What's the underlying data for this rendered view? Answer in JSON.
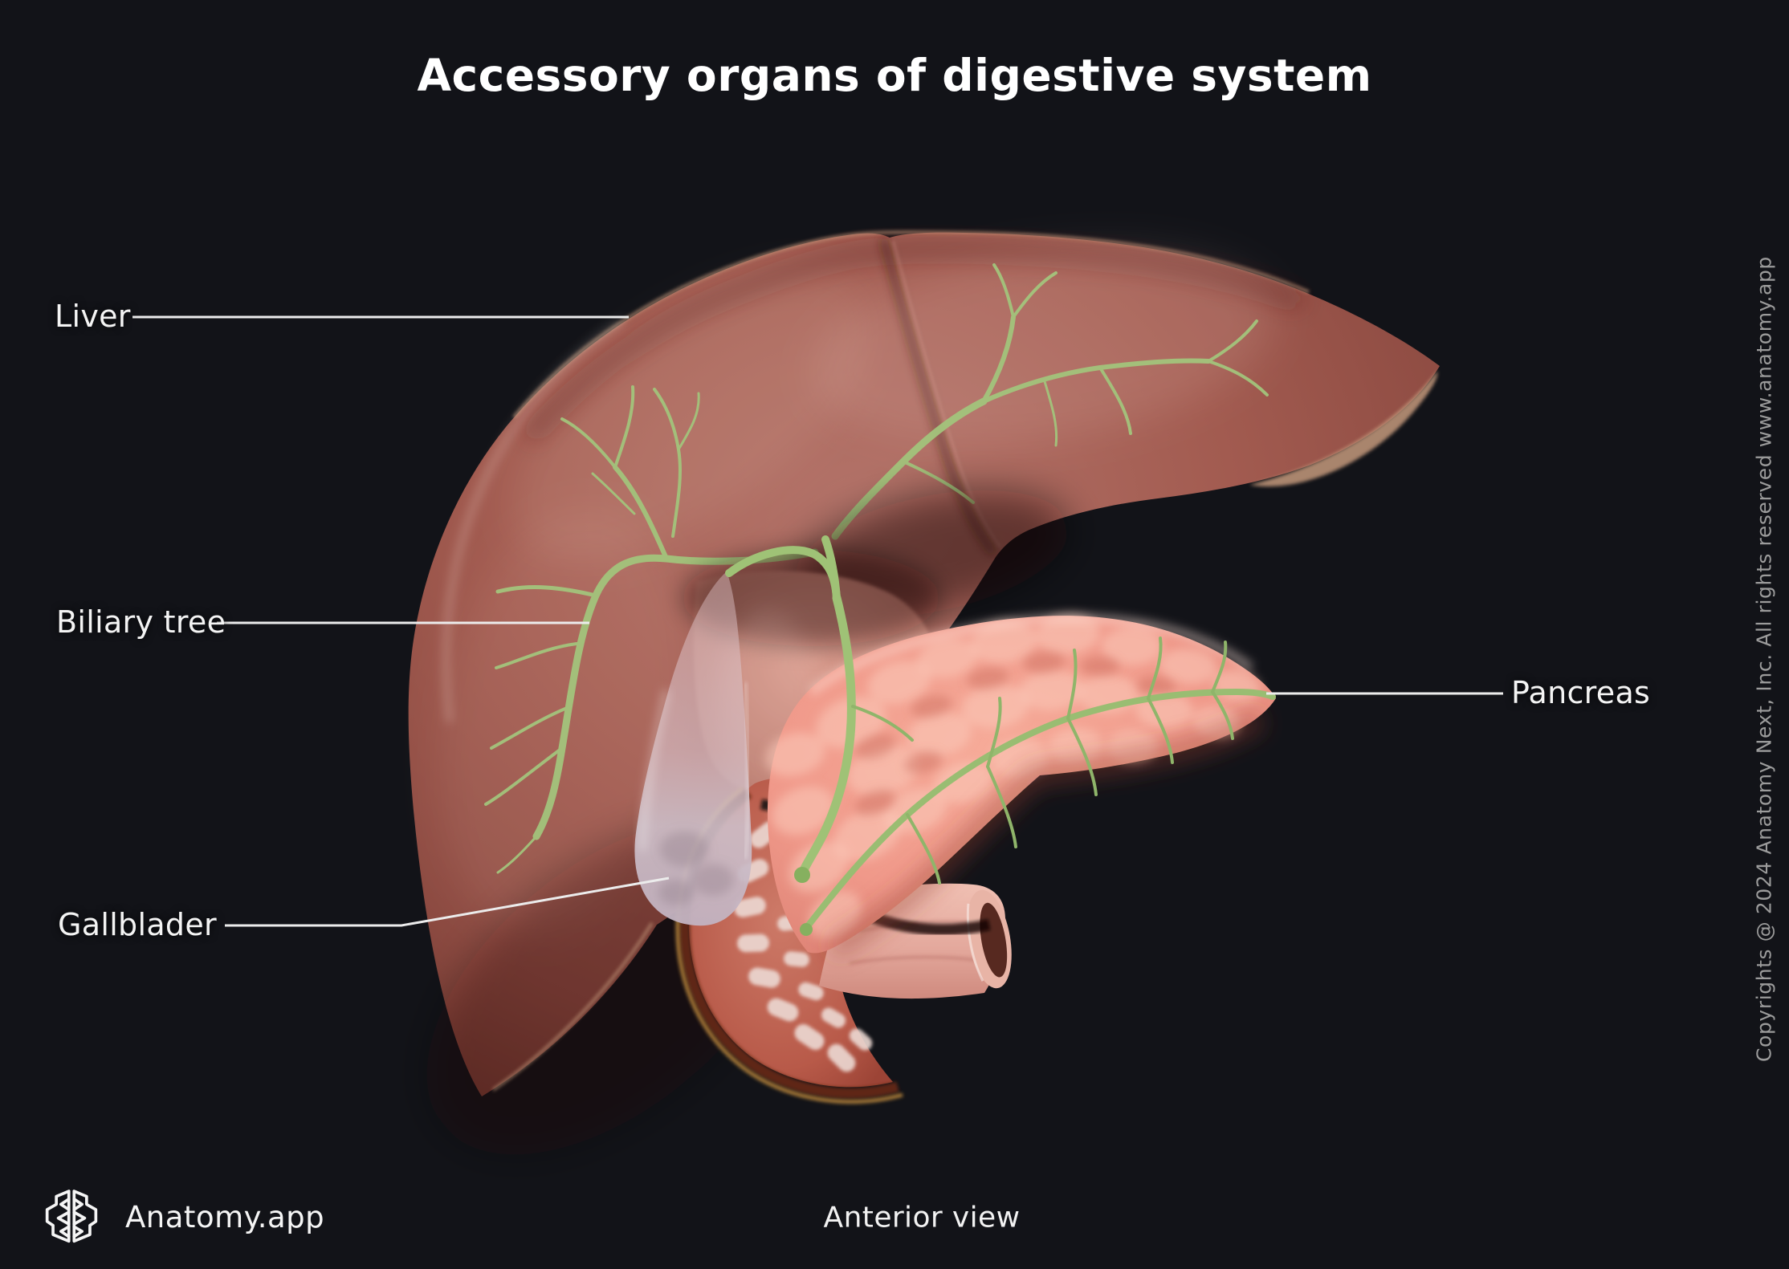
{
  "title": "Accessory organs of digestive system",
  "labels": {
    "liver": "Liver",
    "biliary_tree": "Biliary tree",
    "gallbladder": "Gallblader",
    "pancreas": "Pancreas"
  },
  "footer": {
    "brand_name": "Anatomy.app",
    "view_caption": "Anterior view"
  },
  "copyright": "Copyrights @ 2024 Anatomy Next, Inc. All rights reserved www.anatomy.app",
  "colors": {
    "background": "#121318",
    "title_text": "#ffffff",
    "label_text": "#f4f4f4",
    "copyright_text": "#9b9b9b",
    "leader_line": "#ececec",
    "liver": "#a25b50",
    "biliary_tree_green": "#a3c47c",
    "gallbladder": "#ccb9c1",
    "pancreas": "#f0998a",
    "duodenum_interior": "#b85a49",
    "duodenum_rim": "#5e2712"
  }
}
